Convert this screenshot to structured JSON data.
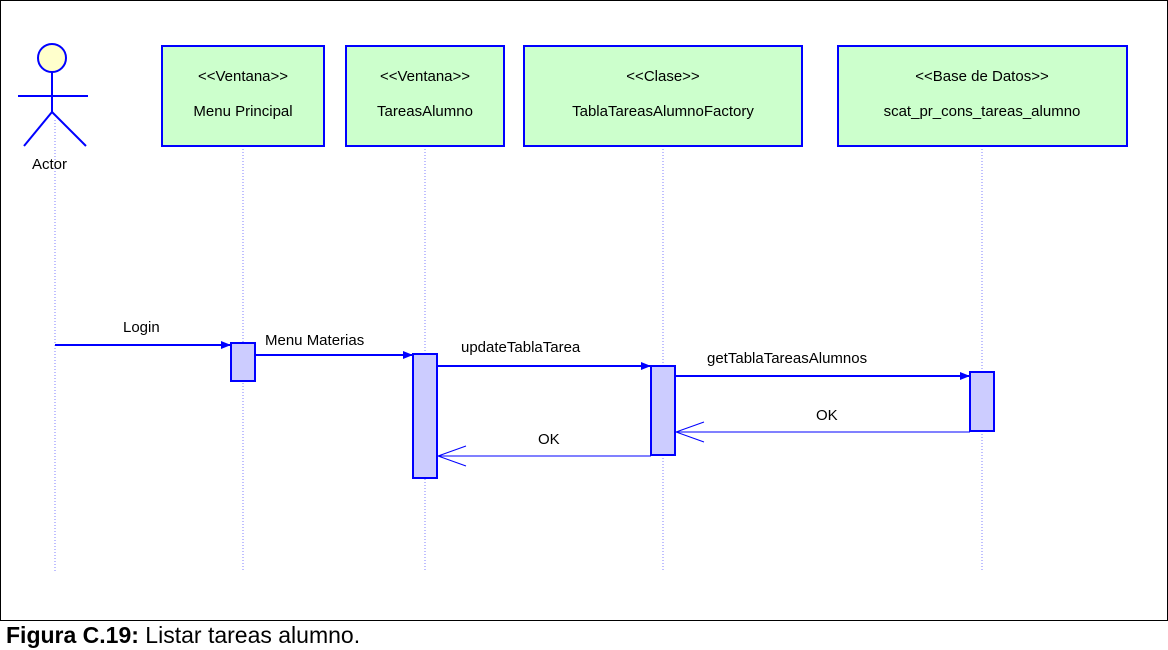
{
  "diagram": {
    "actor": {
      "label": "Actor"
    },
    "participants": [
      {
        "stereotype": "<<Ventana>>",
        "name": "Menu Principal"
      },
      {
        "stereotype": "<<Ventana>>",
        "name": "TareasAlumno"
      },
      {
        "stereotype": "<<Clase>>",
        "name": "TablaTareasAlumnoFactory"
      },
      {
        "stereotype": "<<Base de Datos>>",
        "name": "scat_pr_cons_tareas_alumno"
      }
    ],
    "messages": [
      {
        "label": "Login",
        "from": "Actor",
        "to": "Menu Principal",
        "kind": "call"
      },
      {
        "label": "Menu Materias",
        "from": "Menu Principal",
        "to": "TareasAlumno",
        "kind": "call"
      },
      {
        "label": "updateTablaTarea",
        "from": "TareasAlumno",
        "to": "TablaTareasAlumnoFactory",
        "kind": "call"
      },
      {
        "label": "getTablaTareasAlumnos",
        "from": "TablaTareasAlumnoFactory",
        "to": "scat_pr_cons_tareas_alumno",
        "kind": "call"
      },
      {
        "label": "OK",
        "from": "scat_pr_cons_tareas_alumno",
        "to": "TablaTareasAlumnoFactory",
        "kind": "return"
      },
      {
        "label": "OK",
        "from": "TablaTareasAlumnoFactory",
        "to": "TareasAlumno",
        "kind": "return"
      }
    ],
    "colors": {
      "box_fill": "#ccffcc",
      "box_border": "#0000ff",
      "activation_fill": "#ccccff",
      "actor_head": "#ffffcc",
      "message_line": "#0000ff"
    }
  },
  "caption": {
    "label": "Figura C.19:",
    "text": " Listar tareas alumno."
  }
}
